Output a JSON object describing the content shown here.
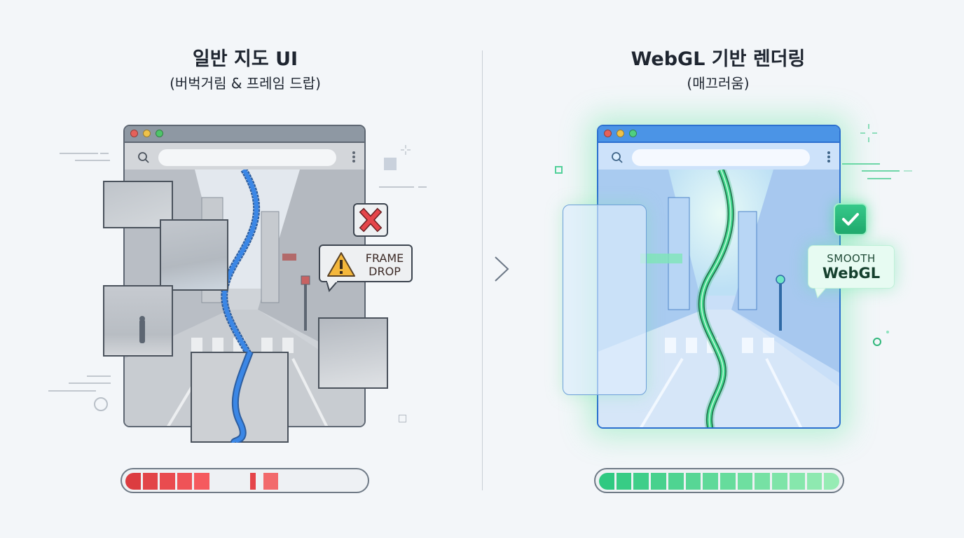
{
  "left_panel": {
    "title": "일반 지도 UI",
    "subtitle": "(버벅거림 & 프레임 드랍)",
    "browser": {
      "address_placeholder": "",
      "window_dots": [
        "#e5615a",
        "#efc24a",
        "#4fc46a"
      ]
    },
    "error_icon": "close-x-icon",
    "warning_label_line1": "FRAME",
    "warning_label_line2": "DROP",
    "route_color": "#3b87e6",
    "progress": {
      "state": "broken",
      "filled_segments": 5,
      "total_segments": 14,
      "color": "#e5454a"
    }
  },
  "right_panel": {
    "title": "WebGL 기반 렌더링",
    "subtitle": "(매끄러움)",
    "browser": {
      "address_placeholder": "",
      "window_dots": [
        "#e5615a",
        "#efc24a",
        "#4fd080"
      ]
    },
    "success_icon": "check-icon",
    "badge_line1": "SMOOTH",
    "badge_line2": "WebGL",
    "route_color": "#3fd68a",
    "progress": {
      "state": "complete",
      "filled_segments": 14,
      "total_segments": 14,
      "color": "#2fc981"
    }
  },
  "transition_icon": "arrow-right-icon"
}
